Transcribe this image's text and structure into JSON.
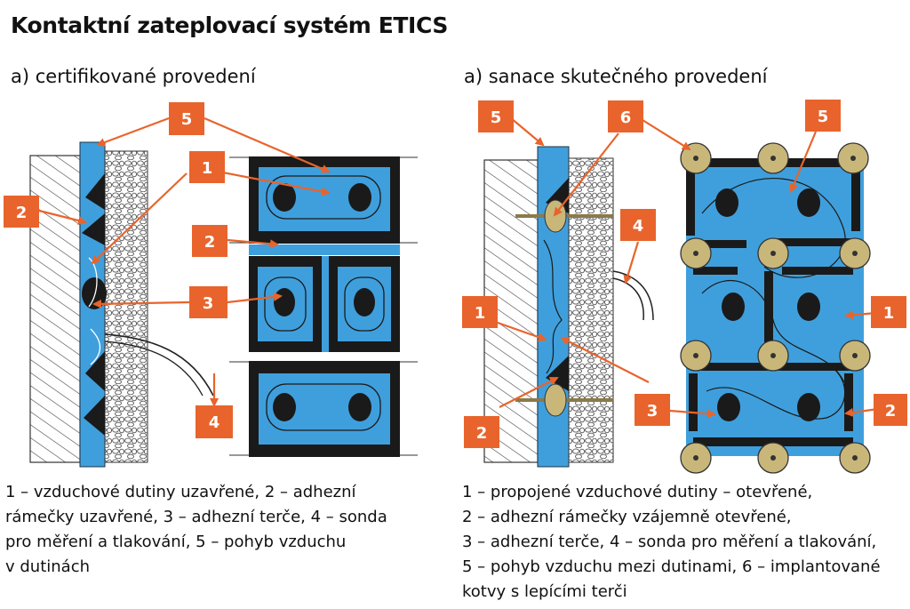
{
  "title": "Kontaktní zateplovací systém ETICS",
  "panel_a": {
    "subtitle": "a) certifikované provedení",
    "legend_lines": [
      "1 – vzduchové dutiny uzavřené, 2 – adhezní",
      "rámečky uzavřené, 3 – adhezní terče, 4 – sonda",
      "pro měření a tlakování, 5 – pohyb vzduchu",
      "v dutinách"
    ],
    "callouts": [
      "5",
      "1",
      "2",
      "2",
      "3",
      "4"
    ]
  },
  "panel_b": {
    "subtitle": "a) sanace skutečného provedení",
    "legend_lines": [
      "1 – propojené vzduchové dutiny – otevřené,",
      "2 – adhezní rámečky vzájemně otevřené,",
      "3 – adhezní terče, 4 – sonda pro měření a tlakování,",
      "5 – pohyb vzduchu mezi dutinami, 6 – implantované",
      "kotvy s lepícími terči"
    ],
    "callouts": [
      "5",
      "6",
      "5",
      "4",
      "1",
      "1",
      "3",
      "2",
      "2"
    ]
  },
  "colors": {
    "callout": "#e8642c",
    "insulation": "#3f9fdc",
    "adhesive": "#1a1a1a",
    "anchor": "#c9b77a"
  }
}
